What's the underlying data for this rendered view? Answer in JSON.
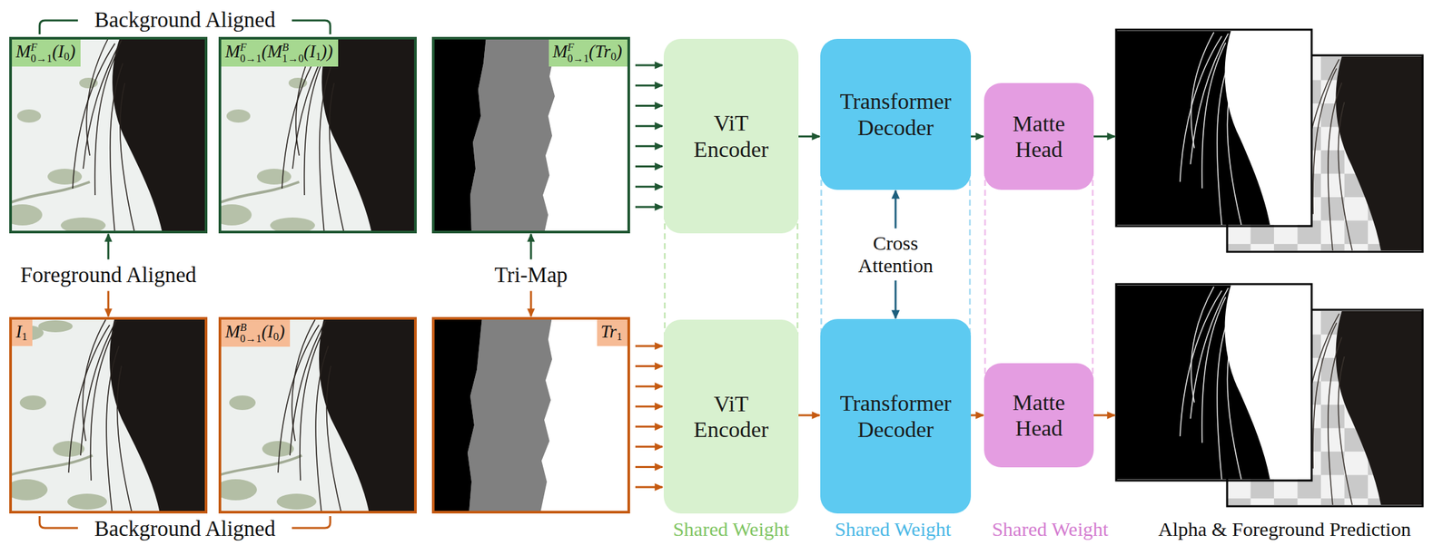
{
  "diagram": {
    "nodes": [
      {
        "text": [
          "MF0→1(I0)"
        ]
      },
      {
        "text": [
          "MF0→1(MB1→0(I1))"
        ]
      },
      {
        "text": [
          "MF0→1(Tr0)"
        ]
      },
      {
        "text": [
          "ViT Encoder"
        ]
      },
      {
        "text": [
          "Transformer Decoder"
        ]
      },
      {
        "text": [
          "Matte Head"
        ]
      },
      {
        "text": [
          "I1"
        ]
      },
      {
        "text": [
          "MB0→1(I0)"
        ]
      },
      {
        "text": [
          "Tr1"
        ]
      },
      {
        "text": [
          "ViT Encoder"
        ]
      },
      {
        "text": [
          "Transformer Decoder"
        ]
      },
      {
        "text": [
          "Matte Head"
        ]
      }
    ],
    "edges": [
      {
        "from": 0,
        "to": 6,
        "arrow": "both",
        "label": "Foreground Aligned"
      },
      {
        "from": 2,
        "to": 8,
        "arrow": "both",
        "label": "Tri-Map"
      },
      {
        "from": 4,
        "to": 10,
        "arrow": "both",
        "label": "Cross Attention"
      },
      {
        "from": 2,
        "to": 3,
        "arrow": "to"
      },
      {
        "from": 3,
        "to": 4,
        "arrow": "to"
      },
      {
        "from": 4,
        "to": 5,
        "arrow": "to"
      },
      {
        "from": 8,
        "to": 9,
        "arrow": "to"
      },
      {
        "from": 9,
        "to": 10,
        "arrow": "to"
      },
      {
        "from": 10,
        "to": 11,
        "arrow": "to"
      },
      {
        "from": 3,
        "to": 9,
        "arrow": "none"
      },
      {
        "from": 4,
        "to": 10,
        "arrow": "none"
      },
      {
        "from": 5,
        "to": 11,
        "arrow": "none"
      }
    ],
    "labels": [
      "Background Aligned",
      "Background Aligned",
      "Shared Weight",
      "Shared Weight",
      "Shared Weight",
      "Alpha & Foreground Prediction"
    ]
  }
}
